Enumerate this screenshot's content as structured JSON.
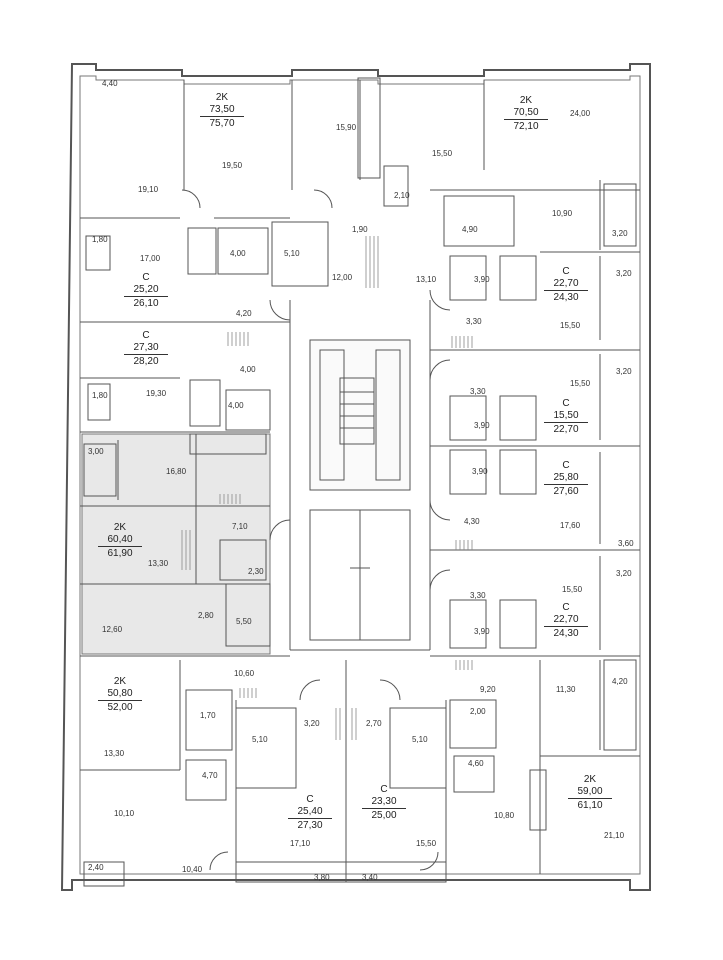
{
  "apartments": [
    {
      "type": "2K",
      "area_living": "73,50",
      "area_total": "75,70"
    },
    {
      "type": "2K",
      "area_living": "70,50",
      "area_total": "72,10"
    },
    {
      "type": "C",
      "area_living": "25,20",
      "area_total": "26,10"
    },
    {
      "type": "C",
      "area_living": "22,70",
      "area_total": "24,30"
    },
    {
      "type": "C",
      "area_living": "27,30",
      "area_total": "28,20"
    },
    {
      "type": "C",
      "area_living": "15,50",
      "area_total": "22,70"
    },
    {
      "type": "C",
      "area_living": "25,80",
      "area_total": "27,60"
    },
    {
      "type": "2K",
      "area_living": "60,40",
      "area_total": "61,90"
    },
    {
      "type": "C",
      "area_living": "22,70",
      "area_total": "24,30"
    },
    {
      "type": "2K",
      "area_living": "50,80",
      "area_total": "52,00"
    },
    {
      "type": "2K",
      "area_living": "59,00",
      "area_total": "61,10"
    },
    {
      "type": "C",
      "area_living": "25,40",
      "area_total": "27,30"
    },
    {
      "type": "C",
      "area_living": "23,30",
      "area_total": "25,00"
    }
  ],
  "room_areas": [
    "4,40",
    "19,50",
    "15,90",
    "15,50",
    "24,00",
    "19,10",
    "2,10",
    "10,90",
    "3,20",
    "1,80",
    "17,00",
    "4,00",
    "5,10",
    "1,90",
    "12,00",
    "13,10",
    "4,90",
    "3,90",
    "3,20",
    "4,20",
    "3,30",
    "15,50",
    "4,00",
    "19,30",
    "1,80",
    "4,00",
    "3,30",
    "15,50",
    "3,20",
    "3,90",
    "3,00",
    "16,80",
    "3,90",
    "7,10",
    "4,30",
    "17,60",
    "3,60",
    "13,30",
    "2,30",
    "15,50",
    "3,20",
    "2,80",
    "3,30",
    "12,60",
    "5,50",
    "3,90",
    "10,60",
    "9,20",
    "11,30",
    "4,20",
    "1,70",
    "3,20",
    "2,70",
    "2,00",
    "5,10",
    "5,10",
    "4,70",
    "4,60",
    "13,30",
    "10,10",
    "10,80",
    "21,10",
    "17,10",
    "15,50",
    "2,40",
    "10,40",
    "3,80",
    "3,40"
  ]
}
